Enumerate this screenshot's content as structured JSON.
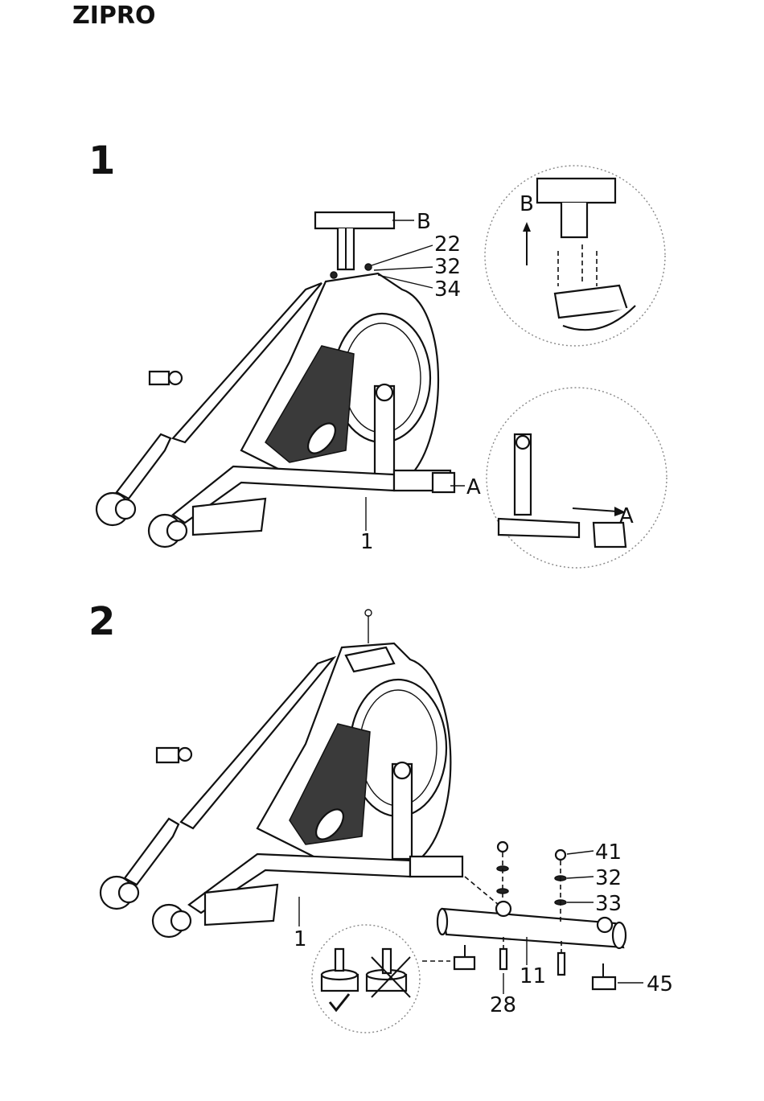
{
  "brand": {
    "logo": "ZIPRO"
  },
  "step1": {
    "number": "1",
    "labels": {
      "B": "B",
      "p22": "22",
      "p32": "32",
      "p34": "34",
      "A": "A",
      "p1": "1"
    },
    "detail_top": {
      "B": "B"
    },
    "detail_bottom": {
      "A": "A"
    }
  },
  "step2": {
    "number": "2",
    "labels": {
      "p41": "41",
      "p32": "32",
      "p33": "33",
      "p45": "45",
      "p11": "11",
      "p28": "28",
      "p1": "1"
    }
  }
}
